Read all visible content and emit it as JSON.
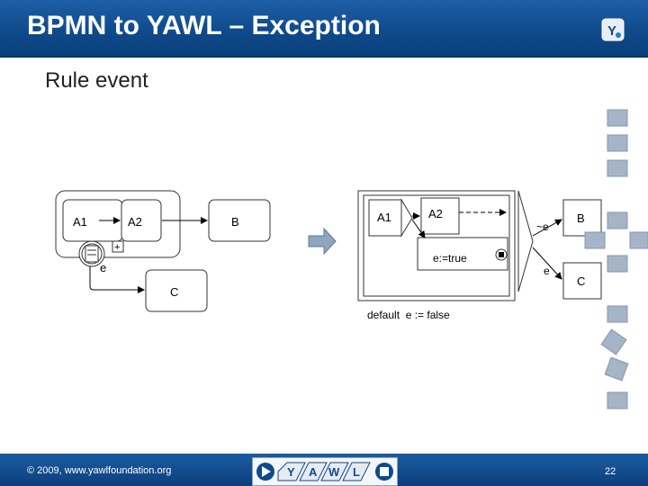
{
  "header": {
    "title": "BPMN to YAWL – Exception",
    "logo_icon": "yawl-logo-icon"
  },
  "subtitle": "Rule event",
  "bpmn": {
    "task_a1": "A1",
    "task_a2": "A2",
    "task_b": "B",
    "task_c": "C",
    "expand_marker": "+",
    "event_label": "e"
  },
  "yawl": {
    "task_a1": "A1",
    "task_a2": "A2",
    "task_b": "B",
    "task_c": "C",
    "assign_label": "e:=true",
    "condition_not_e": "~e",
    "condition_e": "e",
    "default_note": "default  e := false"
  },
  "footer": {
    "copyright": "© 2009, www.yawlfoundation.org",
    "page_number": "22",
    "nav_letters": [
      "Y",
      "A",
      "W",
      "L"
    ]
  },
  "colors": {
    "header_blue": "#0f4a8c",
    "arrow_fill": "#8fa6bf",
    "deco_tile": "#a5b4c6"
  }
}
